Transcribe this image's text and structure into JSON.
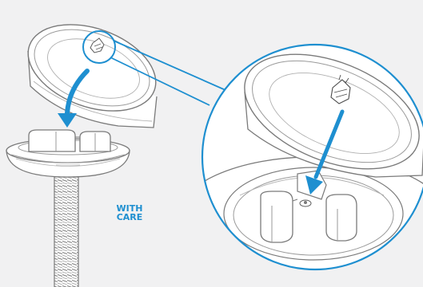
{
  "callout": {
    "line1": "WITH",
    "line2": "CARE"
  },
  "colors": {
    "background": "#f1f1f2",
    "accent": "#1e8fd0",
    "outline": "#7a7a7a",
    "part_fill": "#ffffff"
  },
  "figure": {
    "left_illustration": "sensor-cap-removal",
    "right_illustration": "magnified-cap-interior",
    "arrows": "cap-to-base-direction"
  }
}
